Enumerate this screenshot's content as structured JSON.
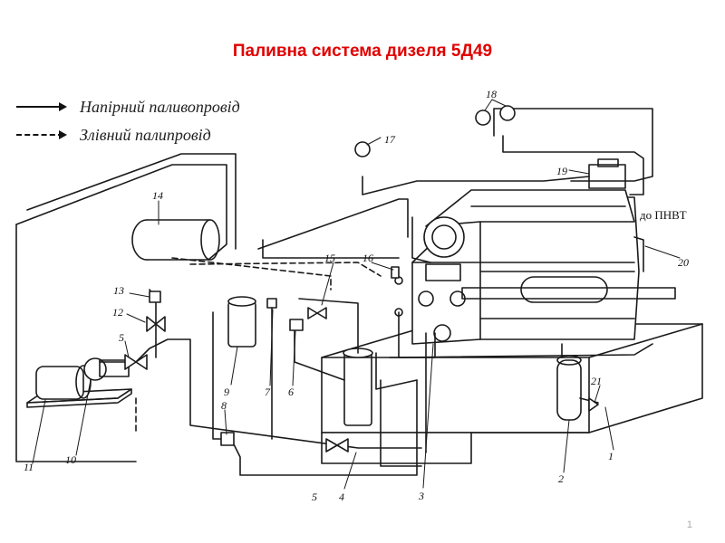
{
  "title": "Паливна система дизеля 5Д49",
  "colors": {
    "title": "#e00000",
    "lines": "#1a1a1a"
  },
  "legend": {
    "pressure_line": "Напірний паливопровід",
    "drain_line": "Злівний палипровід"
  },
  "components": {
    "n1": "1",
    "n2": "2",
    "n3": "3",
    "n4": "4",
    "n5a": "5",
    "n5b": "5",
    "n6": "6",
    "n7": "7",
    "n8": "8",
    "n9": "9",
    "n10": "10",
    "n11": "11",
    "n12": "12",
    "n13": "13",
    "n14": "14",
    "n15": "15",
    "n16": "16",
    "n17": "17",
    "n18": "18",
    "n19": "19",
    "n20": "20",
    "n21": "21"
  },
  "to_label": "до ПНВТ",
  "page_number": "1"
}
